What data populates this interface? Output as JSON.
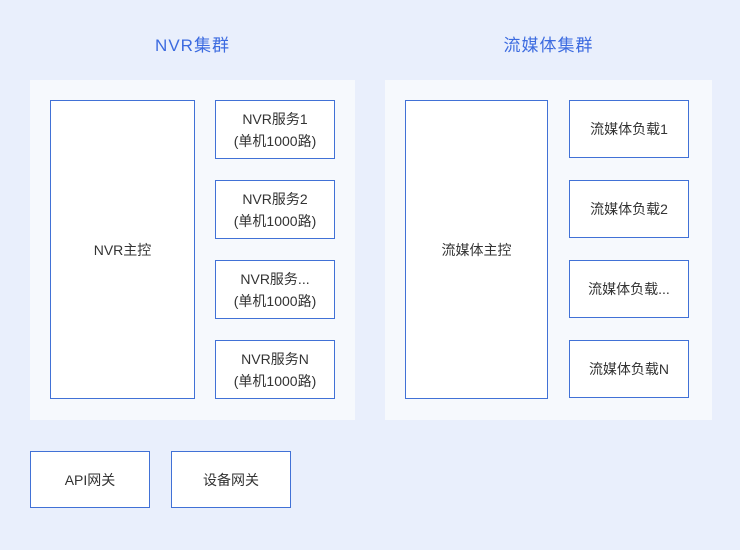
{
  "colors": {
    "page_background": "#e9effc",
    "panel_background": "#f6f9fd",
    "box_border": "#4171d6",
    "box_fill": "#ffffff",
    "title_text": "#3c6be0",
    "body_text": "#333333"
  },
  "clusters": [
    {
      "title": "NVR集群",
      "master_label": "NVR主控",
      "nodes": [
        {
          "line1": "NVR服务1",
          "line2": "(单机1000路)"
        },
        {
          "line1": "NVR服务2",
          "line2": "(单机1000路)"
        },
        {
          "line1": "NVR服务...",
          "line2": "(单机1000路)"
        },
        {
          "line1": "NVR服务N",
          "line2": "(单机1000路)"
        }
      ]
    },
    {
      "title": "流媒体集群",
      "master_label": "流媒体主控",
      "nodes": [
        {
          "line1": "流媒体负载1",
          "line2": ""
        },
        {
          "line1": "流媒体负载2",
          "line2": ""
        },
        {
          "line1": "流媒体负载...",
          "line2": ""
        },
        {
          "line1": "流媒体负载N",
          "line2": ""
        }
      ]
    }
  ],
  "gateways": [
    {
      "label": "API网关"
    },
    {
      "label": "设备网关"
    }
  ]
}
